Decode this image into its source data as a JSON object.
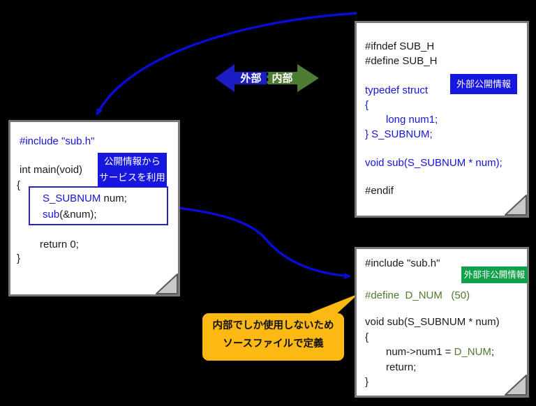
{
  "legend": {
    "external": "外部",
    "internal": "内部"
  },
  "main_box": {
    "line_include": "#include \"sub.h\"",
    "line_main": "int main(void)",
    "line_open": "{",
    "inner": {
      "l1_blue": "S_SUBNUM",
      "l1_black": " num;",
      "l2_blue": "sub",
      "l2_black": "(&num);"
    },
    "line_return": "return 0;",
    "line_close": "}",
    "badge_line1": "公開情報から",
    "badge_line2": "サービスを利用"
  },
  "header_box": {
    "badge": "外部公開情報",
    "ifndef": "#ifndef SUB_H",
    "define": "#define SUB_H",
    "typedef": "typedef struct",
    "open": "{",
    "member": "long num1;",
    "close": "} S_SUBNUM;",
    "proto": "void sub(S_SUBNUM * num);",
    "endif": "#endif"
  },
  "source_box": {
    "badge": "外部非公開情報",
    "include": "#include \"sub.h\"",
    "define": "#define  D_NUM   (50)",
    "func": "void sub(S_SUBNUM * num)",
    "open": "{",
    "assign_pre": "num->num1 = ",
    "assign_macro": "D_NUM",
    "assign_post": ";",
    "ret": "return;",
    "close": "}"
  },
  "callout": {
    "line1": "内部でしか使用しないため",
    "line2": "ソースファイルで定義"
  },
  "colors": {
    "background": "#000000",
    "code_blue": "#1414d6",
    "code_green": "#507a2d",
    "badge_blue": "#1717e0",
    "badge_green": "#10a24b",
    "arrow_blue": "#1d1dc4",
    "arrow_green": "#4e7c33",
    "connector_blue": "#0b0bd9",
    "callout_yellow": "#fdb913",
    "box_border_gray": "#787878"
  }
}
